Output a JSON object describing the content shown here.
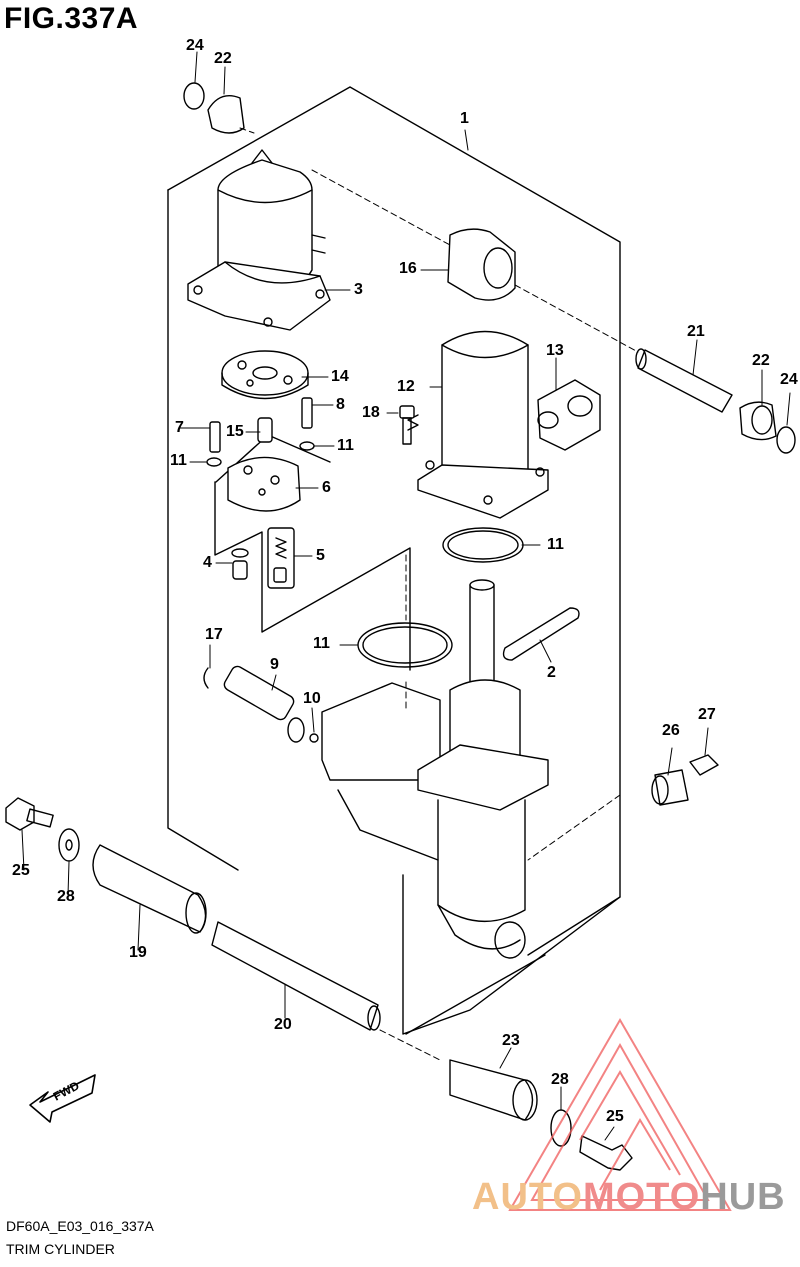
{
  "figure": {
    "title": "FIG.337A",
    "code": "DF60A_E03_016_337A",
    "caption": "TRIM CYLINDER"
  },
  "callouts": [
    "1",
    "2",
    "3",
    "4",
    "5",
    "6",
    "7",
    "8",
    "9",
    "10",
    "11",
    "11",
    "11",
    "11",
    "11",
    "12",
    "13",
    "14",
    "15",
    "16",
    "17",
    "18",
    "19",
    "20",
    "21",
    "22",
    "22",
    "23",
    "24",
    "24",
    "25",
    "25",
    "26",
    "27",
    "28",
    "28"
  ],
  "watermark": {
    "part1": "AUTO",
    "part2": "MOTO",
    "part3": "HUB",
    "colors": {
      "auto": "#f2c089",
      "moto": "#f08b8b",
      "hub": "#9a9a9a",
      "triangle": "#f05a5a"
    }
  },
  "fwd_label": "FWD"
}
